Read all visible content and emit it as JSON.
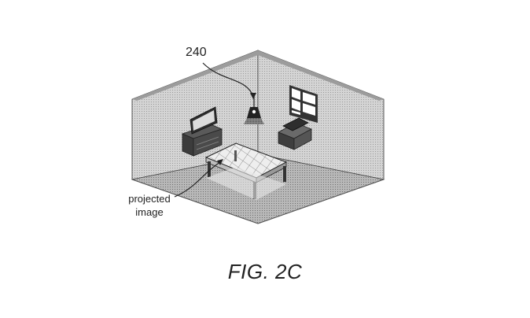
{
  "figure": {
    "reference_numeral": "240",
    "annotation_line1": "projected",
    "annotation_line2": "image",
    "caption": "FIG. 2C"
  }
}
